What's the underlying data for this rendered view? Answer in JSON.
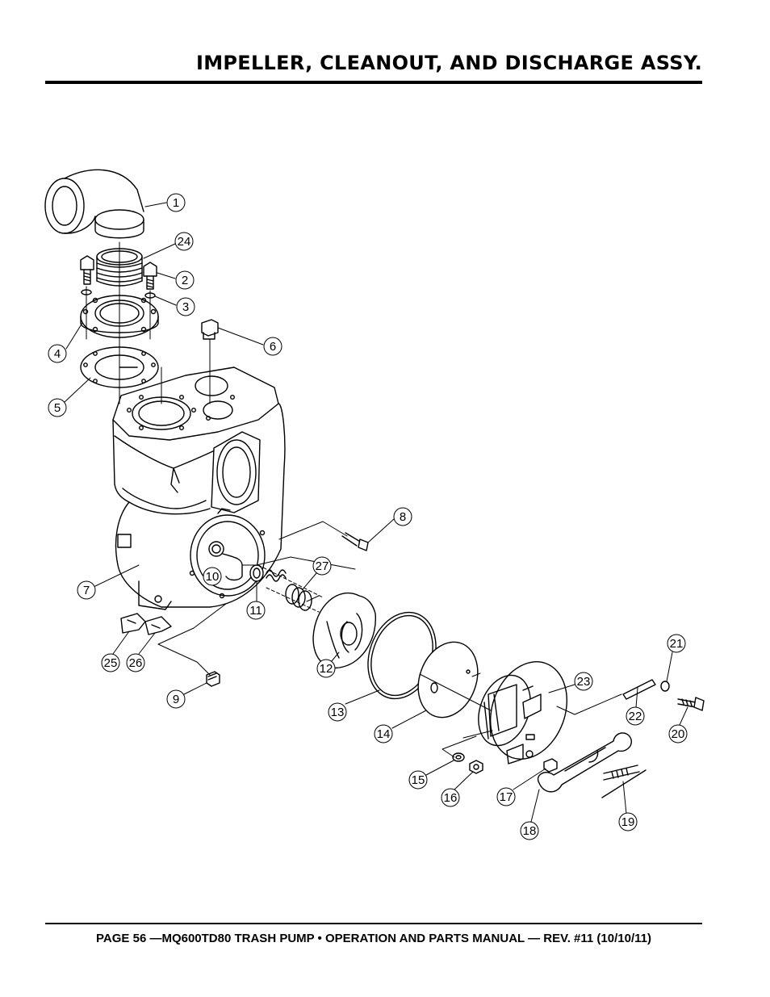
{
  "header": {
    "title": "IMPELLER, CLEANOUT, AND DISCHARGE ASSY."
  },
  "footer": {
    "text": "PAGE 56 —MQ600TD80 TRASH PUMP • OPERATION AND PARTS MANUAL — REV. #11 (10/10/11)"
  },
  "callouts": [
    "1",
    "24",
    "2",
    "3",
    "6",
    "4",
    "5",
    "8",
    "7",
    "10",
    "27",
    "11",
    "12",
    "13",
    "14",
    "21",
    "23",
    "22",
    "20",
    "15",
    "16",
    "17",
    "18",
    "19",
    "9",
    "25",
    "26"
  ]
}
